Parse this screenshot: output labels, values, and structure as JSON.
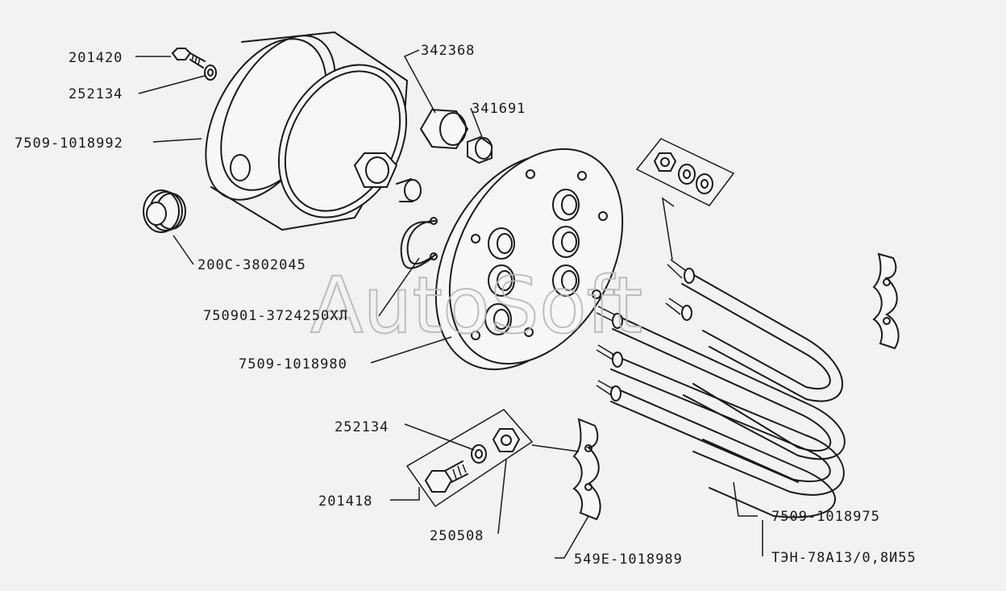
{
  "watermark": "AutoSoft",
  "labels": {
    "p201420": "201420",
    "p252134_top": "252134",
    "p7509_1018992": "7509-1018992",
    "p342368": "342368",
    "p341691": "341691",
    "p200c_3802045": "200C-3802045",
    "p750901_3724250": "750901-3724250ХЛ",
    "p7509_1018980": "7509-1018980",
    "p252134_bottom": "252134",
    "p201418": "201418",
    "p250508": "250508",
    "p549e_1018989": "549Е-1018989",
    "p7509_1018975": "7509-1018975",
    "p3h_78a13": "ТЭН-78А13/0,8И55"
  }
}
